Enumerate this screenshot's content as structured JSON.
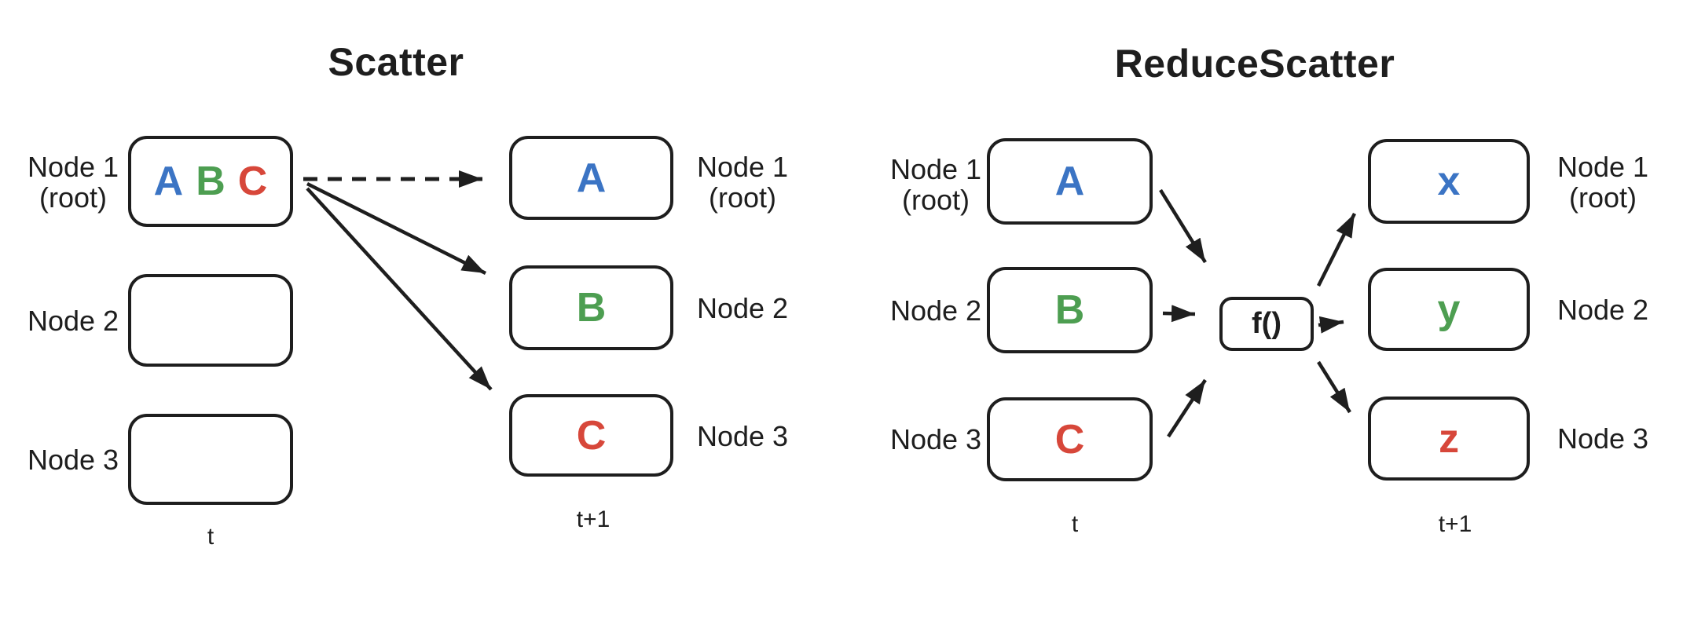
{
  "colors": {
    "ink": "#1e1e1e",
    "blue": "#3b74c4",
    "green": "#4d9e51",
    "red": "#d7473a"
  },
  "panels": [
    {
      "id": "scatter",
      "title": "Scatter",
      "before_label": "t",
      "after_label": "t+1",
      "before_nodes": [
        {
          "name": "Node 1",
          "sub": "(root)",
          "items": [
            {
              "text": "A",
              "color": "blue"
            },
            {
              "text": "B",
              "color": "green"
            },
            {
              "text": "C",
              "color": "red"
            }
          ]
        },
        {
          "name": "Node 2",
          "items": []
        },
        {
          "name": "Node 3",
          "items": []
        }
      ],
      "after_nodes": [
        {
          "name": "Node 1",
          "sub": "(root)",
          "items": [
            {
              "text": "A",
              "color": "blue"
            }
          ]
        },
        {
          "name": "Node 2",
          "items": [
            {
              "text": "B",
              "color": "green"
            }
          ]
        },
        {
          "name": "Node 3",
          "items": [
            {
              "text": "C",
              "color": "red"
            }
          ]
        }
      ]
    },
    {
      "id": "reduce-scatter",
      "title": "ReduceScatter",
      "operator": "f()",
      "before_label": "t",
      "after_label": "t+1",
      "before_nodes": [
        {
          "name": "Node 1",
          "sub": "(root)",
          "items": [
            {
              "text": "A",
              "color": "blue"
            }
          ]
        },
        {
          "name": "Node 2",
          "items": [
            {
              "text": "B",
              "color": "green"
            }
          ]
        },
        {
          "name": "Node 3",
          "items": [
            {
              "text": "C",
              "color": "red"
            }
          ]
        }
      ],
      "after_nodes": [
        {
          "name": "Node 1",
          "sub": "(root)",
          "items": [
            {
              "text": "x",
              "color": "blue"
            }
          ]
        },
        {
          "name": "Node 2",
          "items": [
            {
              "text": "y",
              "color": "green"
            }
          ]
        },
        {
          "name": "Node 3",
          "items": [
            {
              "text": "z",
              "color": "red"
            }
          ]
        }
      ]
    }
  ]
}
